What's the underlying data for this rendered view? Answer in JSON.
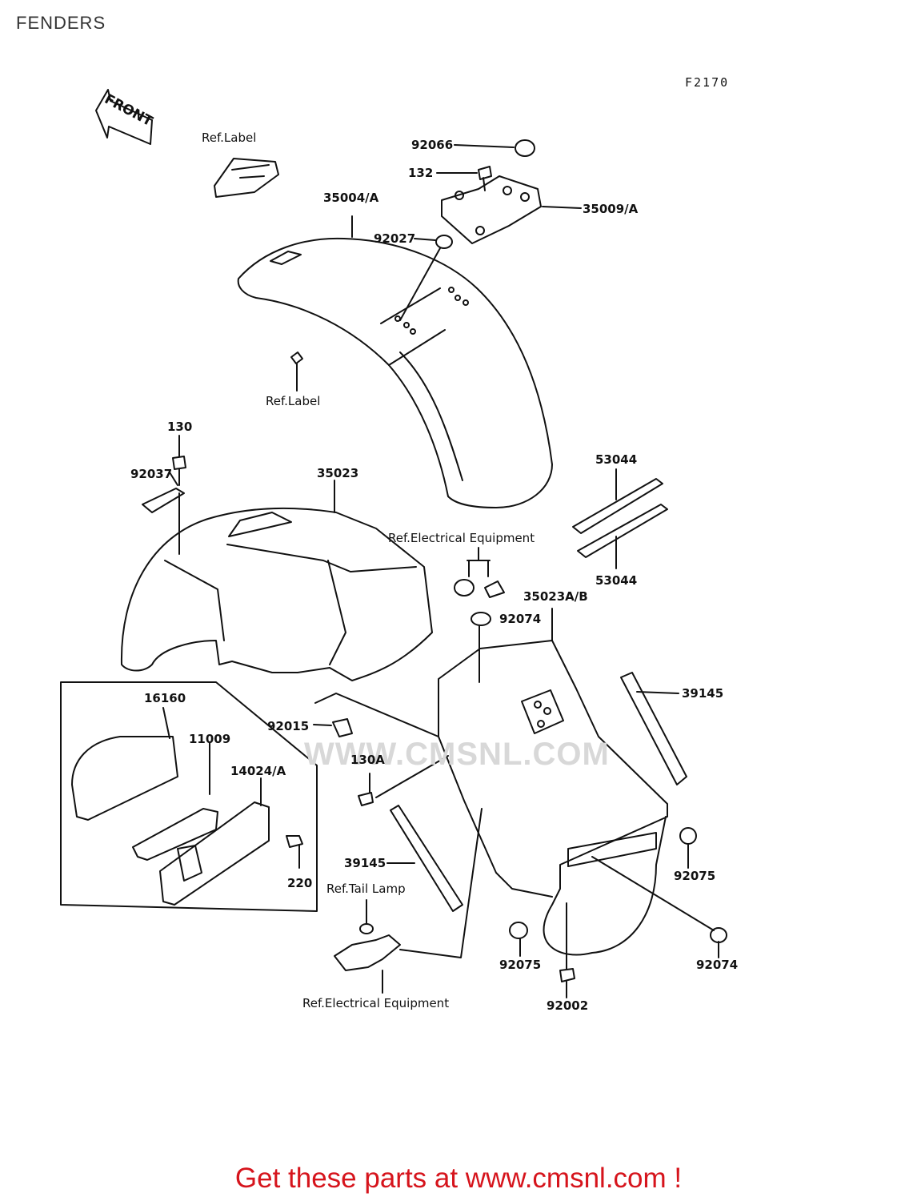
{
  "page_title": "FENDERS",
  "figure_code": "F2170",
  "front_arrow_label": "FRONT",
  "watermark_text": "WWW.CMSNL.COM",
  "footer_link": "Get these parts at www.cmsnl.com !",
  "footer_color": "#d6141c",
  "parts": {
    "p92066": "92066",
    "p132": "132",
    "p35009": "35009/A",
    "p35004": "35004/A",
    "p92027": "92027",
    "p130": "130",
    "p92037": "92037",
    "p35023": "35023",
    "p53044_top": "53044",
    "p53044_bottom": "53044",
    "p35023ab": "35023A/B",
    "p92074_top": "92074",
    "p39145_right": "39145",
    "p16160": "16160",
    "p11009": "11009",
    "p14024": "14024/A",
    "p92015": "92015",
    "p130a": "130A",
    "p220": "220",
    "p39145_left": "39145",
    "p92075_right": "92075",
    "p92075_bottom": "92075",
    "p92074_bottom": "92074",
    "p92002": "92002"
  },
  "refs": {
    "ref_label_top": "Ref.Label",
    "ref_label_mid": "Ref.Label",
    "ref_electrical_top": "Ref.Electrical Equipment",
    "ref_tail_lamp": "Ref.Tail Lamp",
    "ref_electrical_bottom": "Ref.Electrical Equipment"
  }
}
